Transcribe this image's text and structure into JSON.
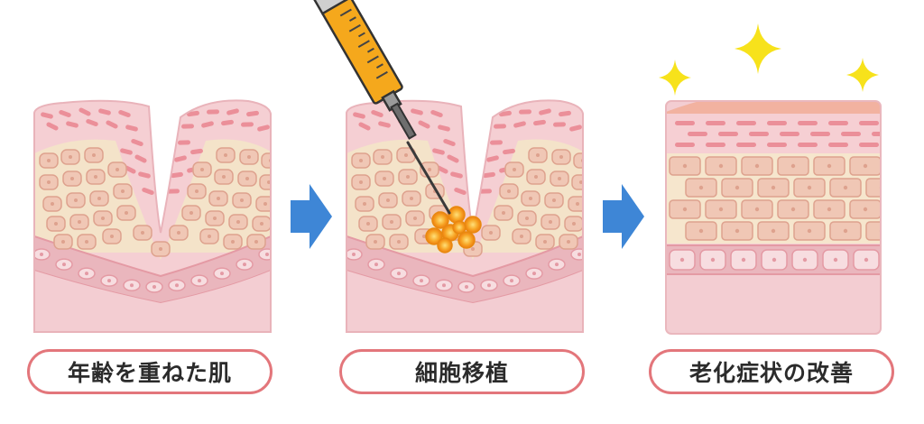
{
  "steps": [
    {
      "label": "年齢を重ねた肌"
    },
    {
      "label": "細胞移植"
    },
    {
      "label": "老化症状の改善"
    }
  ],
  "icons": [
    "arrow-right-icon",
    "syringe-icon",
    "sparkle-icon"
  ],
  "colors": {
    "skin_outer": "#f5cfd3",
    "skin_inner": "#f4e3c9",
    "cell_fill": "#f0c7b5",
    "cell_stroke": "#dea28e",
    "pink_cell": "#eb8f99",
    "basal_band": "#eab6bd",
    "dermis": "#f3cdd2",
    "arrow": "#3e86d6",
    "label_border": "#e3767b",
    "syringe_barrel": "#f5a81c",
    "injected_cells": "#f59a1b",
    "sparkle": "#f7e21b"
  }
}
